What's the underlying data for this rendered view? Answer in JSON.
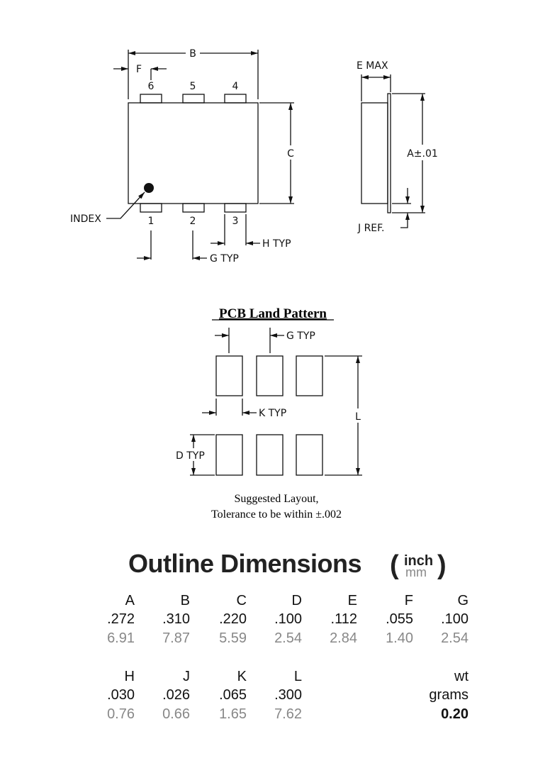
{
  "package_drawing": {
    "dim_B": "B",
    "dim_F": "F",
    "dim_C": "C",
    "index_label": "INDEX",
    "pins_top": [
      "6",
      "5",
      "4"
    ],
    "pins_bottom": [
      "1",
      "2",
      "3"
    ],
    "g_typ": "G  TYP",
    "h_typ": "H  TYP",
    "e_max": "E  MAX",
    "a_tol": "A±.01",
    "j_ref": "J  REF."
  },
  "pcb_land_pattern": {
    "title": "PCB Land Pattern",
    "g_typ": "G  TYP",
    "k_typ": "K  TYP",
    "d_typ": "D  TYP",
    "dim_L": "L",
    "caption_line1": "Suggested Layout,",
    "caption_line2": "Tolerance to be within ±.002"
  },
  "outline_dimensions": {
    "title": "Outline Dimensions",
    "unit_inch": "inch",
    "unit_mm": "mm",
    "paren_open": "(",
    "paren_close": ")",
    "row1": [
      {
        "key": "A",
        "inch": ".272",
        "mm": "6.91"
      },
      {
        "key": "B",
        "inch": ".310",
        "mm": "7.87"
      },
      {
        "key": "C",
        "inch": ".220",
        "mm": "5.59"
      },
      {
        "key": "D",
        "inch": ".100",
        "mm": "2.54"
      },
      {
        "key": "E",
        "inch": ".112",
        "mm": "2.84"
      },
      {
        "key": "F",
        "inch": ".055",
        "mm": "1.40"
      },
      {
        "key": "G",
        "inch": ".100",
        "mm": "2.54"
      }
    ],
    "row2": [
      {
        "key": "H",
        "inch": ".030",
        "mm": "0.76"
      },
      {
        "key": "J",
        "inch": ".026",
        "mm": "0.66"
      },
      {
        "key": "K",
        "inch": ".065",
        "mm": "1.65"
      },
      {
        "key": "L",
        "inch": ".300",
        "mm": "7.62"
      }
    ],
    "weight": {
      "label1": "wt",
      "label2": "grams",
      "value": "0.20"
    }
  }
}
